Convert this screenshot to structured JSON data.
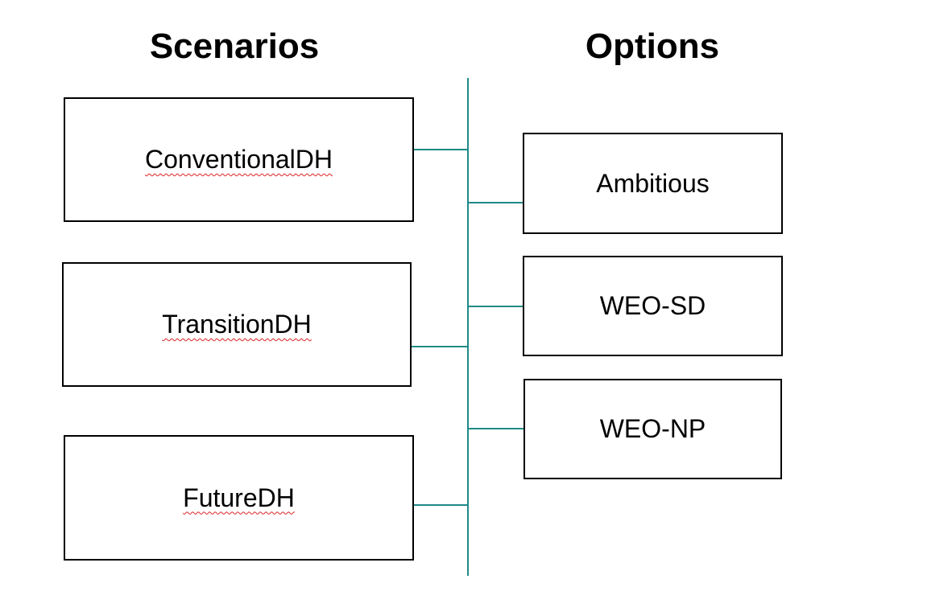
{
  "headings": {
    "scenarios": "Scenarios",
    "options": "Options"
  },
  "scenarios": [
    {
      "label": "ConventionalDH"
    },
    {
      "label": "TransitionDH"
    },
    {
      "label": "FutureDH"
    }
  ],
  "options": [
    {
      "label": "Ambitious"
    },
    {
      "label": "WEO-SD"
    },
    {
      "label": "WEO-NP"
    }
  ],
  "colors": {
    "connector": "#1f8a87",
    "box_border": "#000000",
    "spellcheck_underline": "#e02020"
  }
}
